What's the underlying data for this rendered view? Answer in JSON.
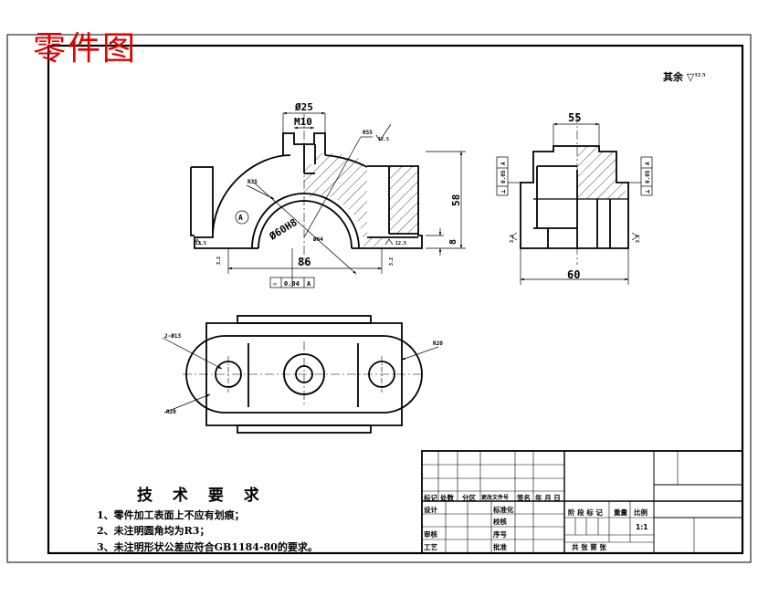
{
  "overlay_title": "零件图",
  "roughness_note": {
    "label": "其余",
    "value": "12.5"
  },
  "dimensions": {
    "d25": "Ø25",
    "m10": "M10",
    "r55": "R55",
    "r35": "R35",
    "rough_12_5": "12.5",
    "d60h8": "Ø60H8",
    "d64": "Ø64",
    "h58": "58",
    "w86": "86",
    "h8": "8",
    "rough_left": "12.5",
    "rough_right": "12.5",
    "tol_left": "3.2",
    "tol_right": "3.2",
    "flatness": "0.04",
    "datum": "A",
    "datum_marker": "A",
    "w55": "55",
    "w60": "60",
    "perp_left_tol": "0.05",
    "perp_left_datum": "A",
    "perp_right_tol": "0.05",
    "perp_right_datum": "A",
    "side_rough_left": "3.2",
    "side_rough_right": "3.2",
    "holes": "2-Ø13",
    "r20_top": "R20",
    "r20_bottom": "R20"
  },
  "tech_requirements": {
    "title": "技 术 要 求",
    "items": [
      "1、零件加工表面上不应有划痕；",
      "2、未注明圆角均为R3；",
      "3、未注明形状公差应符合GB1184-80的要求。"
    ]
  },
  "title_block": {
    "labels": {
      "mark": "标记",
      "count": "处数",
      "zone": "分区",
      "change_doc": "更改文件号",
      "signature": "签名",
      "date": "年 月 日",
      "design": "设计",
      "standardize": "标准化",
      "check": "审核",
      "craft": "工艺",
      "proofread": "校核",
      "approve": "批准",
      "stage_mark": "阶 段 标 记",
      "weight": "重量",
      "scale": "比例",
      "scale_value": "1:1",
      "sheets": "共   张  第   张"
    }
  }
}
